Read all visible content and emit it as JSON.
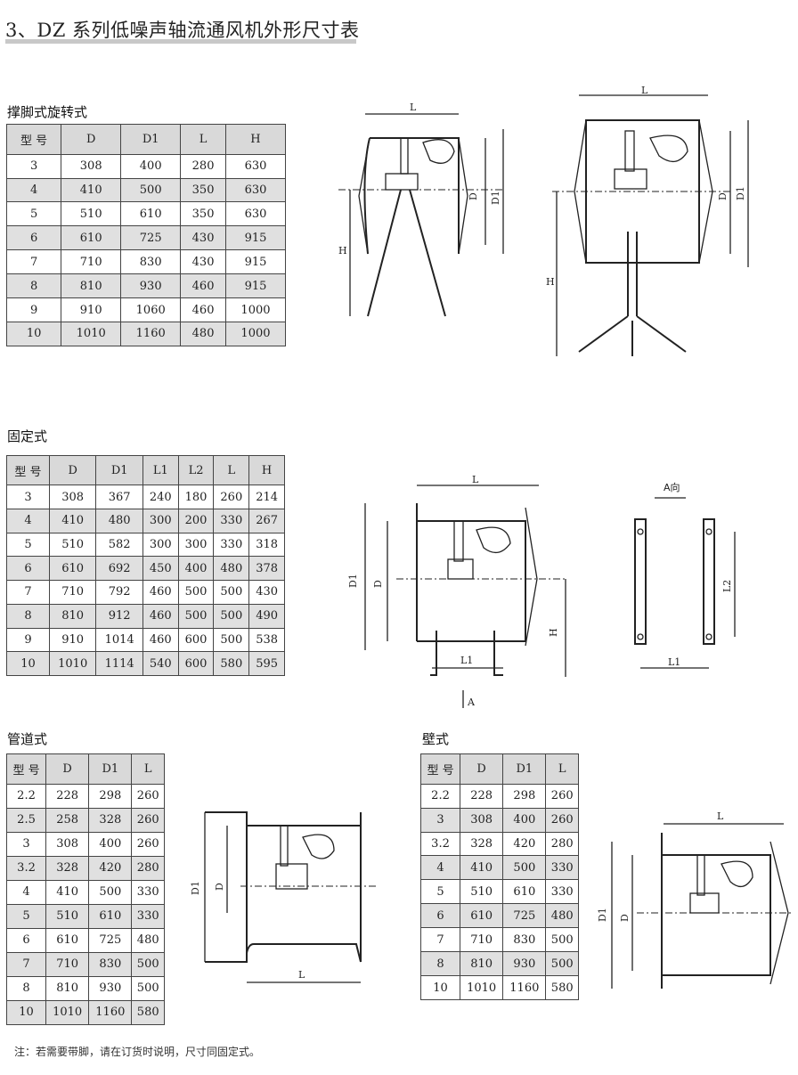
{
  "title": "3、DZ 系列低噪声轴流通风机外形尺寸表",
  "sections": {
    "stand": {
      "label": "撑脚式旋转式",
      "headers": [
        "型 号",
        "D",
        "D1",
        "L",
        "H"
      ],
      "rows": [
        [
          "3",
          "308",
          "400",
          "280",
          "630"
        ],
        [
          "4",
          "410",
          "500",
          "350",
          "630"
        ],
        [
          "5",
          "510",
          "610",
          "350",
          "630"
        ],
        [
          "6",
          "610",
          "725",
          "430",
          "915"
        ],
        [
          "7",
          "710",
          "830",
          "430",
          "915"
        ],
        [
          "8",
          "810",
          "930",
          "460",
          "915"
        ],
        [
          "9",
          "910",
          "1060",
          "460",
          "1000"
        ],
        [
          "10",
          "1010",
          "1160",
          "480",
          "1000"
        ]
      ]
    },
    "fixed": {
      "label": "固定式",
      "headers": [
        "型 号",
        "D",
        "D1",
        "L1",
        "L2",
        "L",
        "H"
      ],
      "rows": [
        [
          "3",
          "308",
          "367",
          "240",
          "180",
          "260",
          "214"
        ],
        [
          "4",
          "410",
          "480",
          "300",
          "200",
          "330",
          "267"
        ],
        [
          "5",
          "510",
          "582",
          "300",
          "300",
          "330",
          "318"
        ],
        [
          "6",
          "610",
          "692",
          "450",
          "400",
          "480",
          "378"
        ],
        [
          "7",
          "710",
          "792",
          "460",
          "500",
          "500",
          "430"
        ],
        [
          "8",
          "810",
          "912",
          "460",
          "500",
          "500",
          "490"
        ],
        [
          "9",
          "910",
          "1014",
          "460",
          "600",
          "500",
          "538"
        ],
        [
          "10",
          "1010",
          "1114",
          "540",
          "600",
          "580",
          "595"
        ]
      ]
    },
    "duct": {
      "label": "管道式",
      "headers": [
        "型 号",
        "D",
        "D1",
        "L"
      ],
      "rows": [
        [
          "2.2",
          "228",
          "298",
          "260"
        ],
        [
          "2.5",
          "258",
          "328",
          "260"
        ],
        [
          "3",
          "308",
          "400",
          "260"
        ],
        [
          "3.2",
          "328",
          "420",
          "280"
        ],
        [
          "4",
          "410",
          "500",
          "330"
        ],
        [
          "5",
          "510",
          "610",
          "330"
        ],
        [
          "6",
          "610",
          "725",
          "480"
        ],
        [
          "7",
          "710",
          "830",
          "500"
        ],
        [
          "8",
          "810",
          "930",
          "500"
        ],
        [
          "10",
          "1010",
          "1160",
          "580"
        ]
      ]
    },
    "wall": {
      "label": "壁式",
      "headers": [
        "型 号",
        "D",
        "D1",
        "L"
      ],
      "rows": [
        [
          "2.2",
          "228",
          "298",
          "260"
        ],
        [
          "3",
          "308",
          "400",
          "260"
        ],
        [
          "3.2",
          "328",
          "420",
          "280"
        ],
        [
          "4",
          "410",
          "500",
          "330"
        ],
        [
          "5",
          "510",
          "610",
          "330"
        ],
        [
          "6",
          "610",
          "725",
          "480"
        ],
        [
          "7",
          "710",
          "830",
          "500"
        ],
        [
          "8",
          "810",
          "930",
          "500"
        ],
        [
          "10",
          "1010",
          "1160",
          "580"
        ]
      ]
    }
  },
  "dims": {
    "L": "L",
    "D": "D",
    "D1": "D1",
    "H": "H",
    "L1": "L1",
    "L2": "L2",
    "A_view": "A向",
    "A": "A"
  },
  "note": "注：若需要带脚，请在订货时说明，尺寸同固定式。"
}
